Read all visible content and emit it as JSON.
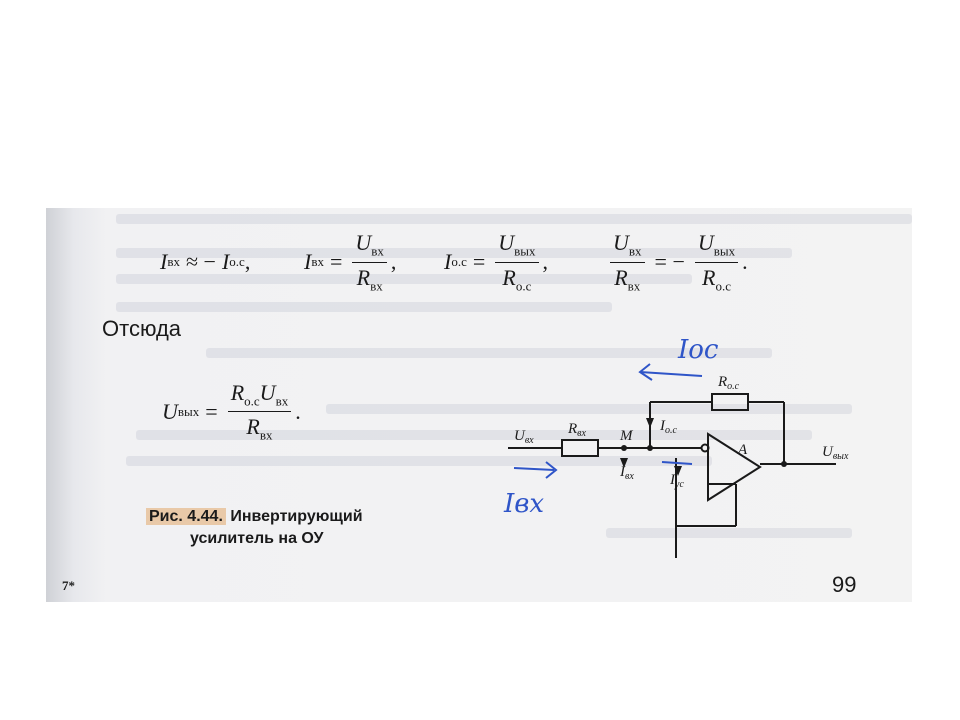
{
  "eq1": {
    "lhs": "I",
    "lhs_sub": "вх",
    "rel": "≈ −",
    "rhs": "I",
    "rhs_sub": "о.с",
    "sep": ","
  },
  "eq2": {
    "lhs": "I",
    "lhs_sub": "вх",
    "num": "U",
    "num_sub": "вх",
    "den": "R",
    "den_sub": "вх",
    "sep": ","
  },
  "eq3": {
    "lhs": "I",
    "lhs_sub": "о.с",
    "num": "U",
    "num_sub": "вых",
    "den": "R",
    "den_sub": "о.с",
    "sep": ","
  },
  "eq4": {
    "num1": "U",
    "num1_sub": "вх",
    "den1": "R",
    "den1_sub": "вх",
    "rel": "= −",
    "num2": "U",
    "num2_sub": "вых",
    "den2": "R",
    "den2_sub": "о.с",
    "sep": "."
  },
  "word_otsyuda": "Отсюда",
  "formula": {
    "lhs": "U",
    "lhs_sub": "вых",
    "num_a": "R",
    "num_a_sub": "о.с",
    "num_b": "U",
    "num_b_sub": "вх",
    "den": "R",
    "den_sub": "вх",
    "end": "."
  },
  "caption": {
    "prefix": "Рис. 4.44.",
    "line1": "Инвертирующий",
    "line2": "усилитель на ОУ"
  },
  "circuit": {
    "u_in": "U",
    "u_in_sub": "вх",
    "r_in": "R",
    "r_in_sub": "вх",
    "node": "M",
    "r_fb": "R",
    "r_fb_sub": "о.с",
    "i_fb": "I",
    "i_fb_sub": "о.с",
    "i_in": "I",
    "i_in_sub": "вх",
    "i_us": "I",
    "i_us_sub": "ус",
    "amp": "A",
    "u_out": "U",
    "u_out_sub": "вых",
    "hand_ioc": "Iос",
    "hand_ivh": "Iвх"
  },
  "page_number": "99",
  "signature": "7*",
  "colors": {
    "ink": "#1a1a1a",
    "handwriting": "#2f55c8",
    "caption_highlight": "#e9c9a8"
  }
}
